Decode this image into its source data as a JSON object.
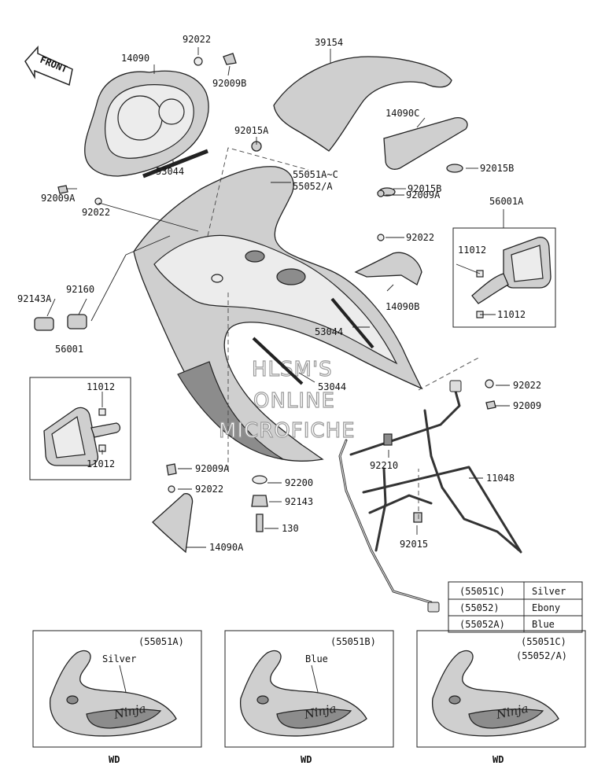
{
  "watermark": [
    "HLSM'S",
    "ONLINE",
    "MICROFICHE"
  ],
  "front_arrow": "FRONT",
  "callouts": [
    {
      "id": "c-14090",
      "text": "14090"
    },
    {
      "id": "c-92022-a",
      "text": "92022"
    },
    {
      "id": "c-92009b",
      "text": "92009B"
    },
    {
      "id": "c-39154",
      "text": "39154"
    },
    {
      "id": "c-92015a",
      "text": "92015A"
    },
    {
      "id": "c-14090c",
      "text": "14090C"
    },
    {
      "id": "c-92015b-a",
      "text": "92015B"
    },
    {
      "id": "c-92015b-b",
      "text": "92015B"
    },
    {
      "id": "c-53044-a",
      "text": "53044"
    },
    {
      "id": "c-55051ac",
      "text": "55051A~C"
    },
    {
      "id": "c-55052a",
      "text": "55052/A"
    },
    {
      "id": "c-92009a-a",
      "text": "92009A"
    },
    {
      "id": "c-92022-b",
      "text": "92022"
    },
    {
      "id": "c-56001a",
      "text": "56001A"
    },
    {
      "id": "c-92009a-b",
      "text": "92009A"
    },
    {
      "id": "c-92022-c",
      "text": "92022"
    },
    {
      "id": "c-92022-d",
      "text": "92022"
    },
    {
      "id": "c-11012-a",
      "text": "11012"
    },
    {
      "id": "c-11012-b",
      "text": "11012"
    },
    {
      "id": "c-14090b",
      "text": "14090B"
    },
    {
      "id": "c-92143a",
      "text": "92143A"
    },
    {
      "id": "c-92160",
      "text": "92160"
    },
    {
      "id": "c-53044-b",
      "text": "53044"
    },
    {
      "id": "c-53044-c",
      "text": "53044"
    },
    {
      "id": "c-56001",
      "text": "56001"
    },
    {
      "id": "c-11012-c",
      "text": "11012"
    },
    {
      "id": "c-11012-d",
      "text": "11012"
    },
    {
      "id": "c-92022-e",
      "text": "92022"
    },
    {
      "id": "c-92009",
      "text": "92009"
    },
    {
      "id": "c-92210",
      "text": "92210"
    },
    {
      "id": "c-11048",
      "text": "11048"
    },
    {
      "id": "c-92009a-c",
      "text": "92009A"
    },
    {
      "id": "c-92200",
      "text": "92200"
    },
    {
      "id": "c-92022-f",
      "text": "92022"
    },
    {
      "id": "c-92143",
      "text": "92143"
    },
    {
      "id": "c-130",
      "text": "130"
    },
    {
      "id": "c-92015",
      "text": "92015"
    },
    {
      "id": "c-14090a",
      "text": "14090A"
    }
  ],
  "color_table": [
    {
      "code": "(55051C)",
      "color": "Silver"
    },
    {
      "code": "(55052)",
      "color": "Ebony"
    },
    {
      "code": "(55052A)",
      "color": "Blue"
    }
  ],
  "variants": [
    {
      "code_lines": [
        "(55051A)"
      ],
      "color_label": "Silver",
      "region": "WD"
    },
    {
      "code_lines": [
        "(55051B)"
      ],
      "color_label": "Blue",
      "region": "WD"
    },
    {
      "code_lines": [
        "(55051C)",
        "(55052/A)"
      ],
      "color_label": "",
      "region": "WD"
    }
  ],
  "decal_text": "Ninja"
}
